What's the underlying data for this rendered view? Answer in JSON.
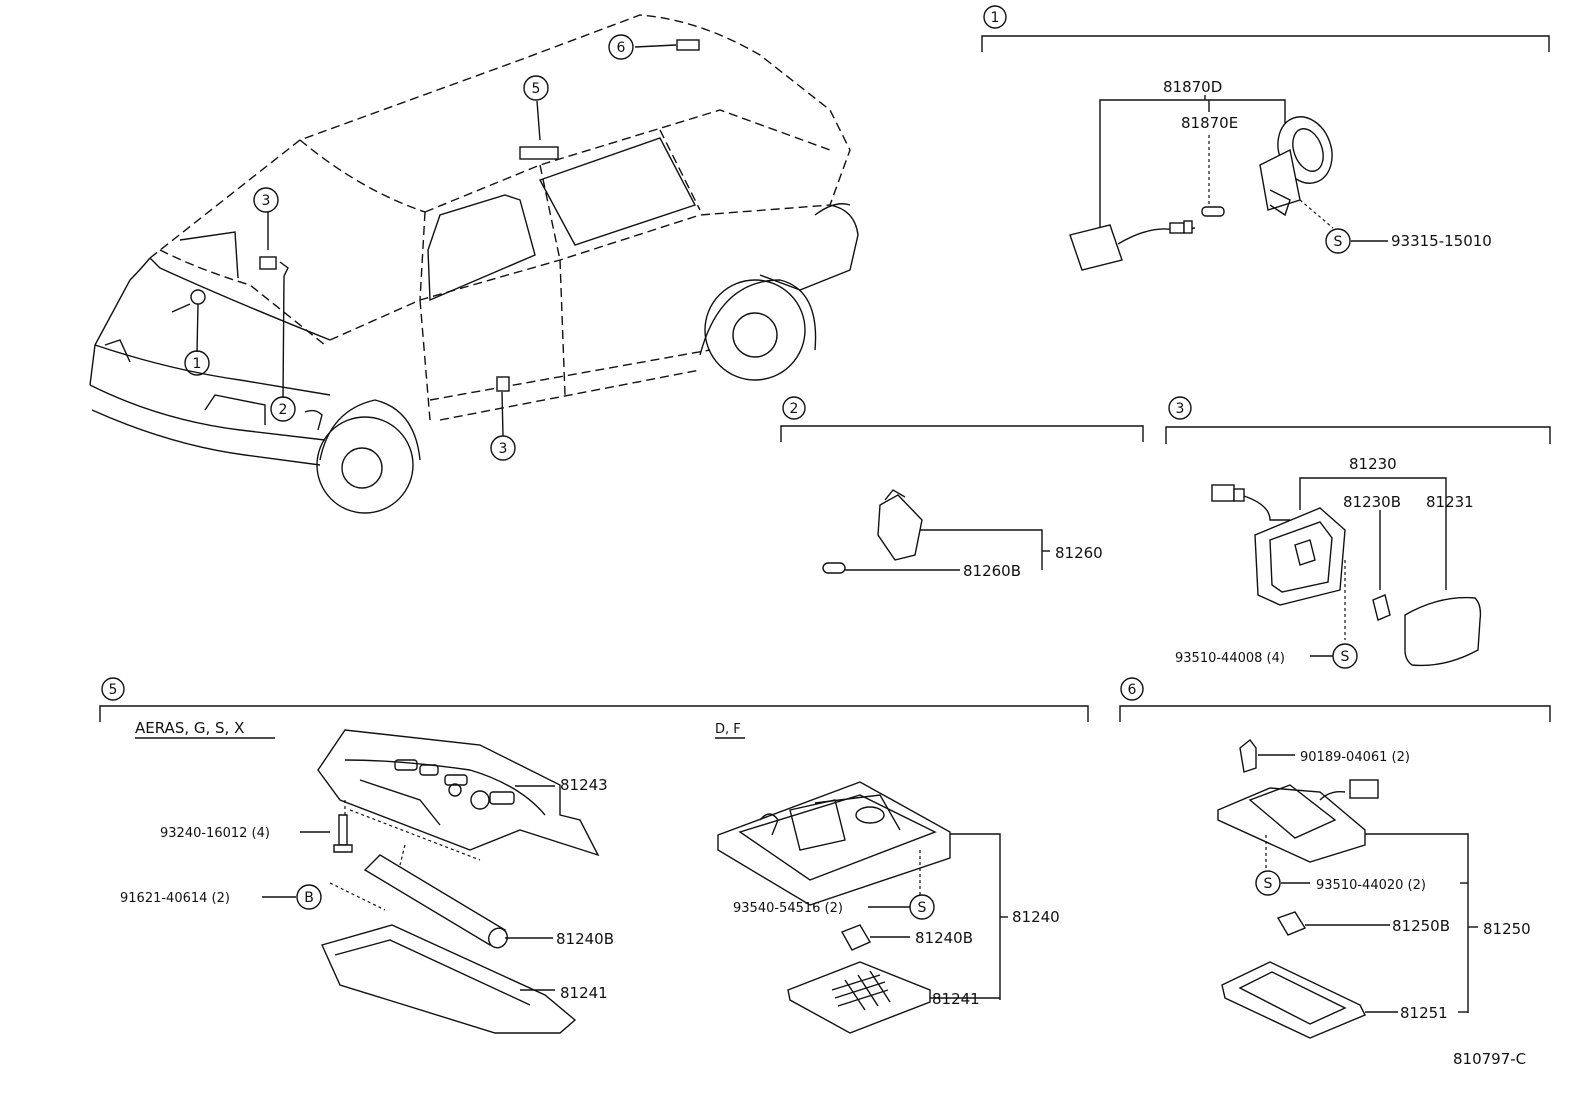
{
  "diagram": {
    "callouts": {
      "c1": "1",
      "c2": "2",
      "c3": "3",
      "c5": "5",
      "c6": "6",
      "s": "S",
      "b": "B"
    },
    "group1": {
      "p_81870D": "81870D",
      "p_81870E": "81870E",
      "p_93315": "93315-15010"
    },
    "group2": {
      "p_81260": "81260",
      "p_81260B": "81260B"
    },
    "group3": {
      "p_81230": "81230",
      "p_81230B": "81230B",
      "p_81231": "81231",
      "p_93510_44008": "93510-44008 (4)"
    },
    "group5": {
      "variant_a": "AERAS, G, S, X",
      "variant_b": "D, F",
      "p_81243": "81243",
      "p_93240": "93240-16012 (4)",
      "p_91621": "91621-40614 (2)",
      "p_81240B_a": "81240B",
      "p_81241_a": "81241",
      "p_93540": "93540-54516 (2)",
      "p_81240": "81240",
      "p_81240B_b": "81240B",
      "p_81241_b": "81241"
    },
    "group6": {
      "p_90189": "90189-04061 (2)",
      "p_93510_44020": "93510-44020 (2)",
      "p_81250B": "81250B",
      "p_81250": "81250",
      "p_81251": "81251"
    },
    "figure_code": "810797-C"
  }
}
